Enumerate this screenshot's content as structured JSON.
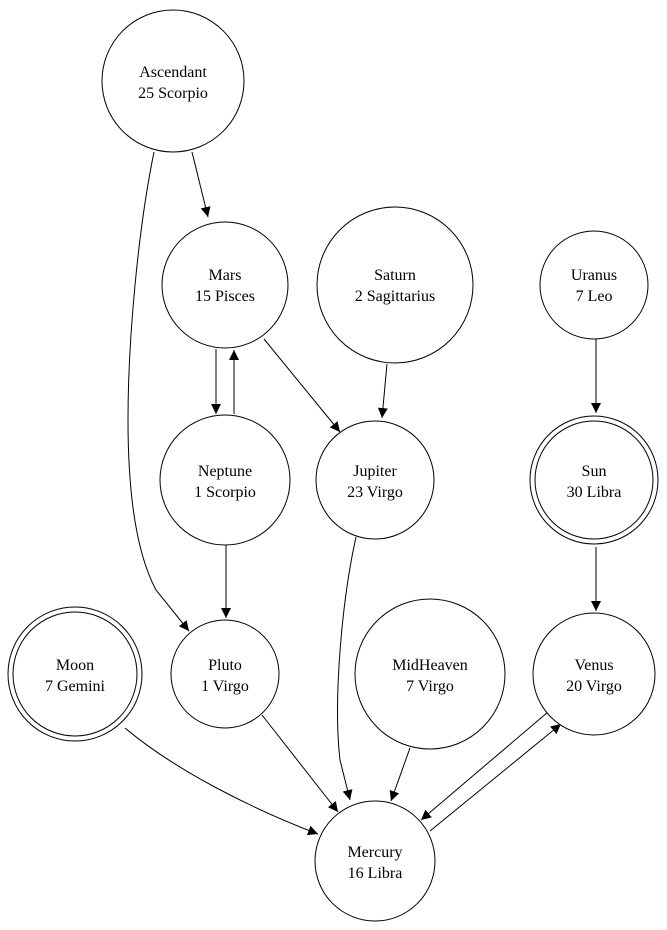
{
  "nodes": {
    "ascendant": {
      "name": "Ascendant",
      "position": "25 Scorpio"
    },
    "mars": {
      "name": "Mars",
      "position": "15 Pisces"
    },
    "saturn": {
      "name": "Saturn",
      "position": "2 Sagittarius"
    },
    "uranus": {
      "name": "Uranus",
      "position": "7 Leo"
    },
    "neptune": {
      "name": "Neptune",
      "position": "1 Scorpio"
    },
    "jupiter": {
      "name": "Jupiter",
      "position": "23 Virgo"
    },
    "sun": {
      "name": "Sun",
      "position": "30 Libra"
    },
    "moon": {
      "name": "Moon",
      "position": "7 Gemini"
    },
    "pluto": {
      "name": "Pluto",
      "position": "1 Virgo"
    },
    "midheaven": {
      "name": "MidHeaven",
      "position": "7 Virgo"
    },
    "venus": {
      "name": "Venus",
      "position": "20 Virgo"
    },
    "mercury": {
      "name": "Mercury",
      "position": "16 Libra"
    }
  },
  "edges": [
    {
      "from": "ascendant",
      "to": "mars"
    },
    {
      "from": "ascendant",
      "to": "pluto"
    },
    {
      "from": "mars",
      "to": "neptune"
    },
    {
      "from": "neptune",
      "to": "mars"
    },
    {
      "from": "mars",
      "to": "jupiter"
    },
    {
      "from": "saturn",
      "to": "jupiter"
    },
    {
      "from": "uranus",
      "to": "sun"
    },
    {
      "from": "neptune",
      "to": "pluto"
    },
    {
      "from": "sun",
      "to": "venus"
    },
    {
      "from": "jupiter",
      "to": "mercury"
    },
    {
      "from": "moon",
      "to": "mercury"
    },
    {
      "from": "pluto",
      "to": "mercury"
    },
    {
      "from": "midheaven",
      "to": "mercury"
    },
    {
      "from": "venus",
      "to": "mercury"
    },
    {
      "from": "mercury",
      "to": "venus"
    }
  ]
}
